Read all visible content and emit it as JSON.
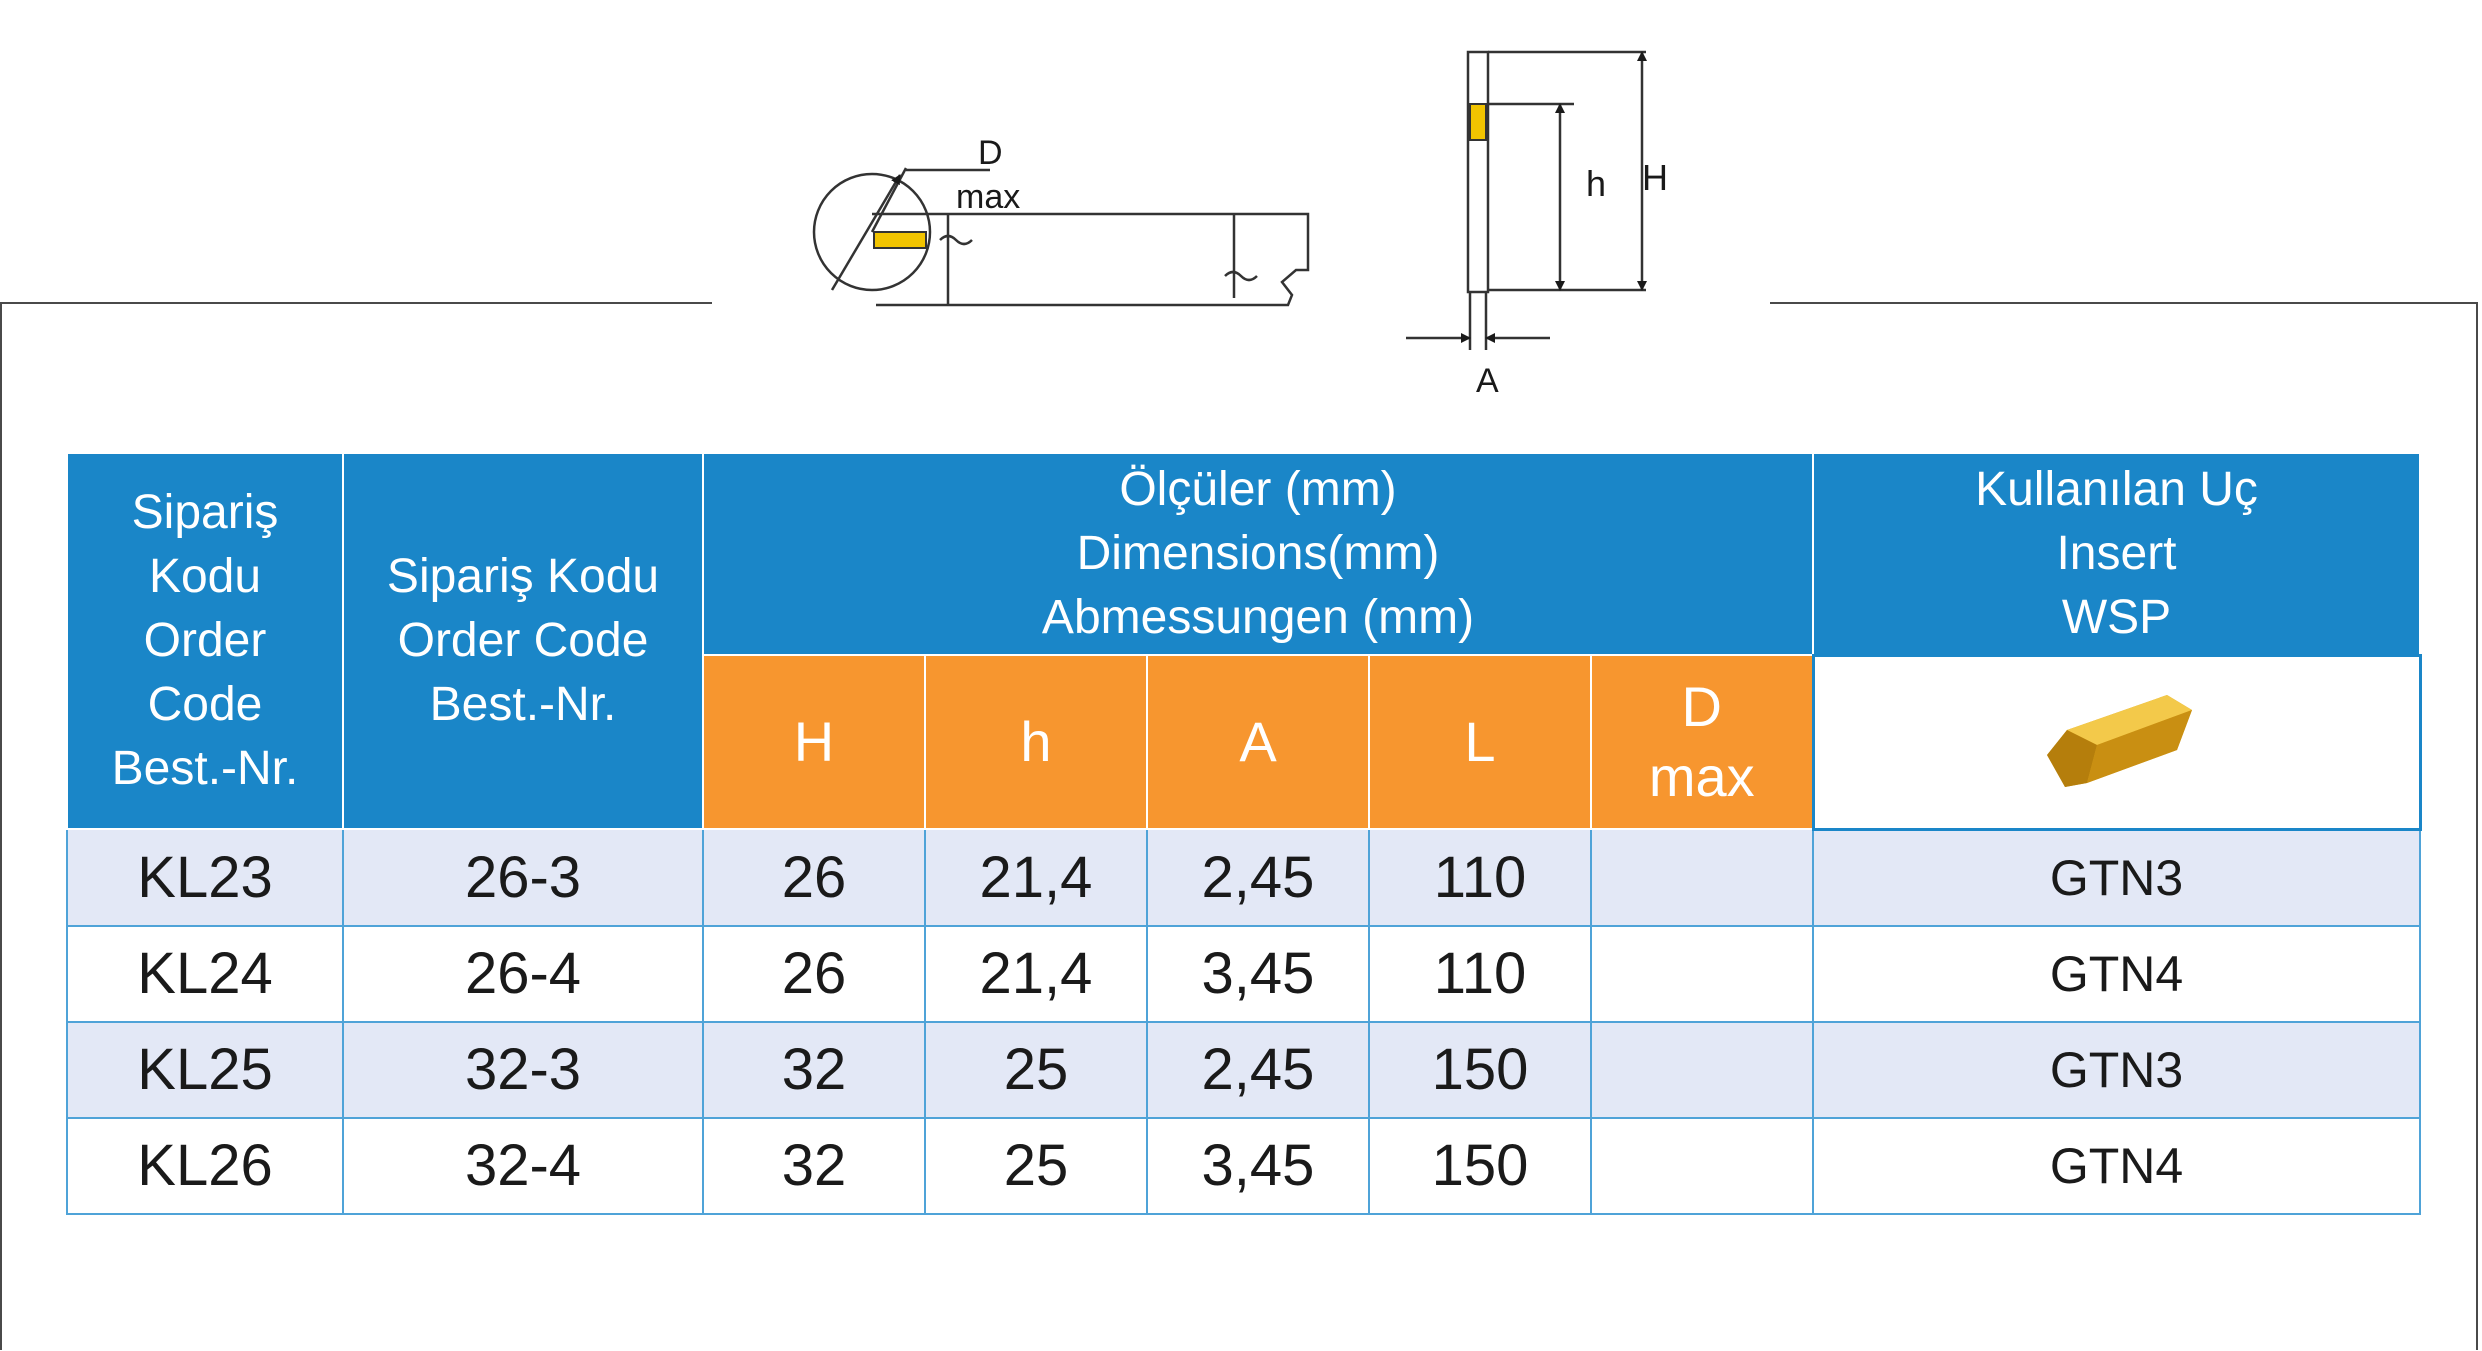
{
  "drawing": {
    "label_d": "D",
    "label_max": "max",
    "label_h_small": "h",
    "label_h_big": "H",
    "label_a": "A"
  },
  "header": {
    "col1_lines": [
      "Sipariş",
      "Kodu",
      "Order",
      "Code",
      "Best.-Nr."
    ],
    "col2_lines": [
      "Sipariş Kodu",
      "Order Code",
      "Best.-Nr."
    ],
    "dims_lines": [
      "Ölçüler (mm)",
      "Dimensions(mm)",
      "Abmessungen (mm)"
    ],
    "insert_lines": [
      "Kullanılan Uç",
      "Insert",
      "WSP"
    ],
    "sub": {
      "h_big": "H",
      "h_small": "h",
      "a": "A",
      "l": "L",
      "d": "D",
      "max": "max"
    }
  },
  "rows": [
    {
      "code1": "KL23",
      "code2": "26-3",
      "H": "26",
      "h": "21,4",
      "A": "2,45",
      "L": "110",
      "D": "",
      "insert": "GTN3"
    },
    {
      "code1": "KL24",
      "code2": "26-4",
      "H": "26",
      "h": "21,4",
      "A": "3,45",
      "L": "110",
      "D": "",
      "insert": "GTN4"
    },
    {
      "code1": "KL25",
      "code2": "32-3",
      "H": "32",
      "h": "25",
      "A": "2,45",
      "L": "150",
      "D": "",
      "insert": "GTN3"
    },
    {
      "code1": "KL26",
      "code2": "32-4",
      "H": "32",
      "h": "25",
      "A": "3,45",
      "L": "150",
      "D": "",
      "insert": "GTN4"
    }
  ],
  "colors": {
    "header_blue": "#1a86c8",
    "header_orange": "#f7962f",
    "row_shade": "#e3e8f6",
    "insert_gold": "#d9a21a"
  }
}
